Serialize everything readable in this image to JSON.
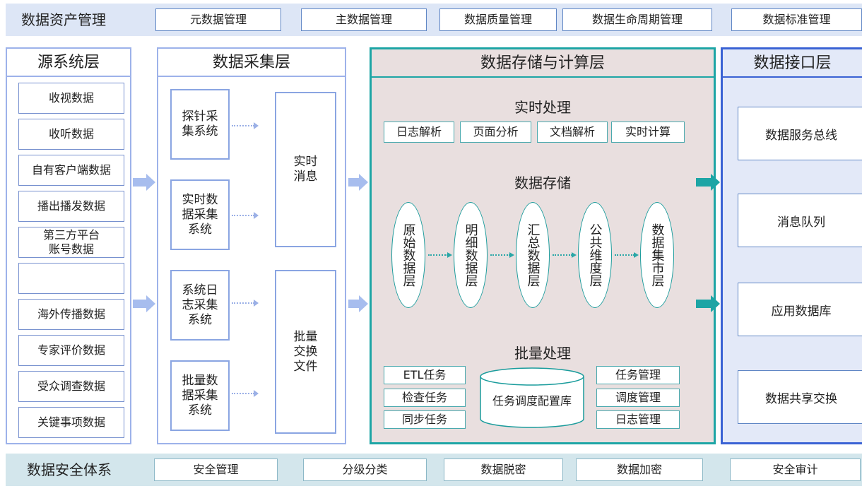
{
  "top_bar": {
    "title": "数据资产管理",
    "items": [
      "元数据管理",
      "主数据管理",
      "数据质量管理",
      "数据生命周期管理",
      "数据标准管理"
    ]
  },
  "bottom_bar": {
    "title": "数据安全体系",
    "items": [
      "安全管理",
      "分级分类",
      "数据脱密",
      "数据加密",
      "安全审计"
    ]
  },
  "source_layer": {
    "title": "源系统层",
    "items": [
      "收视数据",
      "收听数据",
      "自有客户端数据",
      "播出播发数据",
      "第三方平台\n账号数据",
      "",
      "海外传播数据",
      "专家评价数据",
      "受众调查数据",
      "关键事项数据"
    ]
  },
  "collection_layer": {
    "title": "数据采集层",
    "systems": [
      "探针采\n集系统",
      "实时数\n据采集\n系统",
      "系统日\n志采集\n系统",
      "批量数\n据采集\n系统"
    ],
    "outputs": [
      "实时\n消息",
      "批量\n交换\n文件"
    ]
  },
  "storage_layer": {
    "title": "数据存储与计算层",
    "realtime": {
      "title": "实时处理",
      "items": [
        "日志解析",
        "页面分析",
        "文档解析",
        "实时计算"
      ]
    },
    "storage": {
      "title": "数据存储",
      "layers": [
        "原始数据层",
        "明细数据层",
        "汇总数据层",
        "公共维度层",
        "数据集市层"
      ]
    },
    "batch": {
      "title": "批量处理",
      "left_tasks": [
        "ETL任务",
        "检查任务",
        "同步任务"
      ],
      "database": "任务调度配置库",
      "right_tasks": [
        "任务管理",
        "调度管理",
        "日志管理"
      ]
    }
  },
  "interface_layer": {
    "title": "数据接口层",
    "items": [
      "数据服务总线",
      "消息队列",
      "应用数据库",
      "数据共享交换"
    ]
  },
  "colors": {
    "top_bar_bg": "#dde6f6",
    "bottom_bar_bg": "#d3e6ec",
    "storage_bg": "#e9dfdf",
    "teal": "#1da5a5",
    "light_blue": "#a7bdee"
  }
}
